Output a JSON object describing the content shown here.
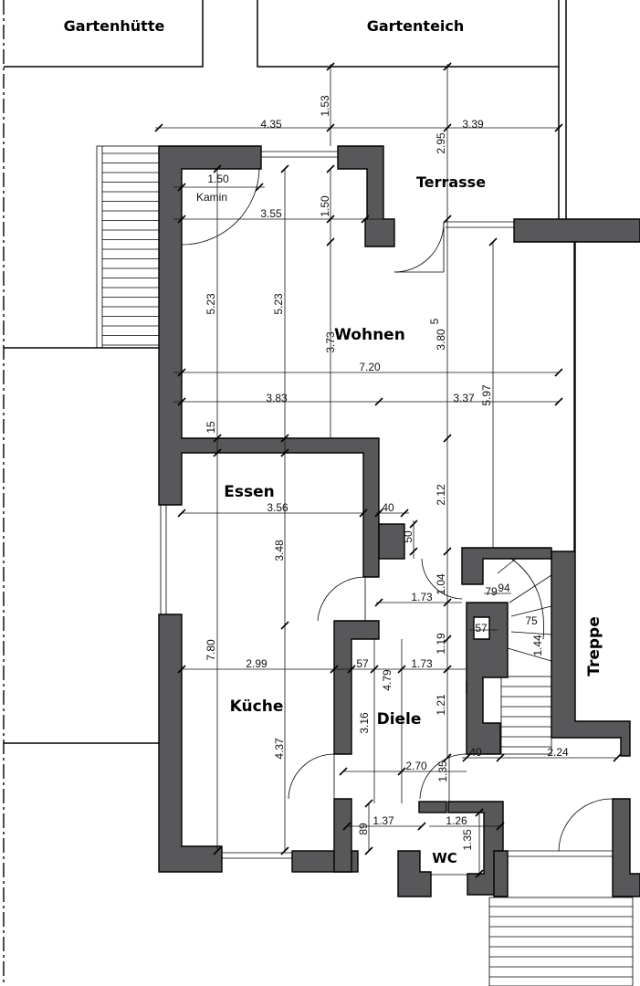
{
  "rooms": {
    "gartenhuette": "Gartenhütte",
    "gartenteich": "Gartenteich",
    "terrasse": "Terrasse",
    "kamin": "Kamin",
    "wohnen": "Wohnen",
    "essen": "Essen",
    "kueche": "Küche",
    "diele": "Diele",
    "wc": "WC",
    "treppe": "Treppe"
  },
  "dimensions": {
    "d_4_35": "4.35",
    "d_3_39": "3.39",
    "d_1_53": "1.53",
    "d_2_95": "2.95",
    "d_1_50a": "1.50",
    "d_3_55": "3.55",
    "d_1_50b": "1.50",
    "d_5_23a": "5.23",
    "d_5_23b": "5.23",
    "d_3_73": "3.73",
    "d_3_80": "3.80",
    "d_3_80_sup": "5",
    "d_7_20": "7.20",
    "d_3_83": "3.83",
    "d_3_37": "3.37",
    "d_5_97": "5.97",
    "d_15": "15",
    "d_3_56": "3.56",
    "d_2_12": "2.12",
    "d_40a": "40",
    "d_50": "50",
    "d_3_48": "3.48",
    "d_1_04": "1.04",
    "d_1_73a": "1.73",
    "d_79": "79",
    "d_94": "94",
    "d_57a": "57",
    "d_75": "75",
    "d_1_19": "1.19",
    "d_1_44": "1.44",
    "d_7_80": "7.80",
    "d_2_99": "2.99",
    "d_57b": "57",
    "d_1_73b": "1.73",
    "d_4_79": "4.79",
    "d_1_21": "1.21",
    "d_3_16": "3.16",
    "d_4_37": "4.37",
    "d_40b": "40",
    "d_2_24": "2.24",
    "d_2_70": "2.70",
    "d_1_35a": "1.35",
    "d_1_37": "1.37",
    "d_1_26": "1.26",
    "d_89": "89",
    "d_1_35b": "1.35"
  }
}
